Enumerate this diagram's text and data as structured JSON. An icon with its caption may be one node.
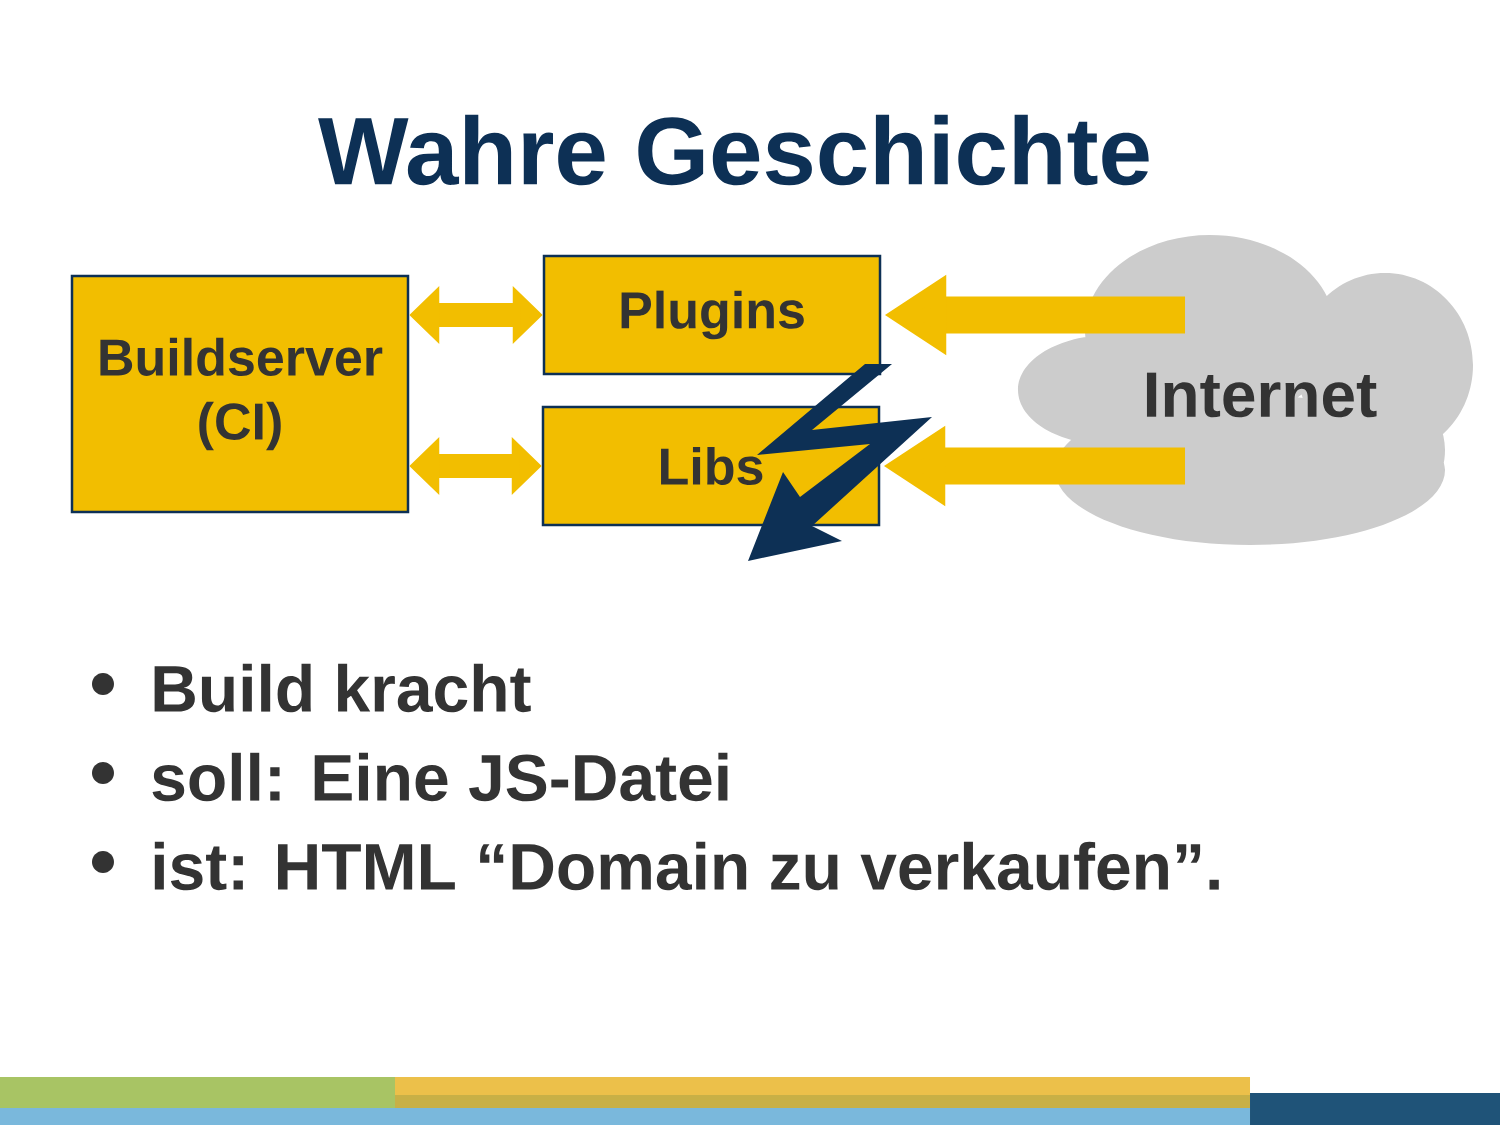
{
  "diagram": {
    "title": "Wahre Geschichte",
    "nodes": [
      {
        "text": [
          "Buildserver (CI)"
        ]
      },
      {
        "text": [
          "Plugins"
        ]
      },
      {
        "text": [
          "Libs"
        ]
      },
      {
        "text": [
          "Internet"
        ]
      }
    ],
    "edges": [
      {
        "from": 0,
        "to": 1,
        "arrow": "both"
      },
      {
        "from": 0,
        "to": 2,
        "arrow": "both"
      },
      {
        "from": 3,
        "to": 1,
        "arrow": "to"
      },
      {
        "from": 3,
        "to": 2,
        "arrow": "to"
      }
    ],
    "labels": [
      "Build kracht",
      "soll: Eine JS-Datei",
      "ist: HTML “Domain zu verkaufen”."
    ]
  }
}
